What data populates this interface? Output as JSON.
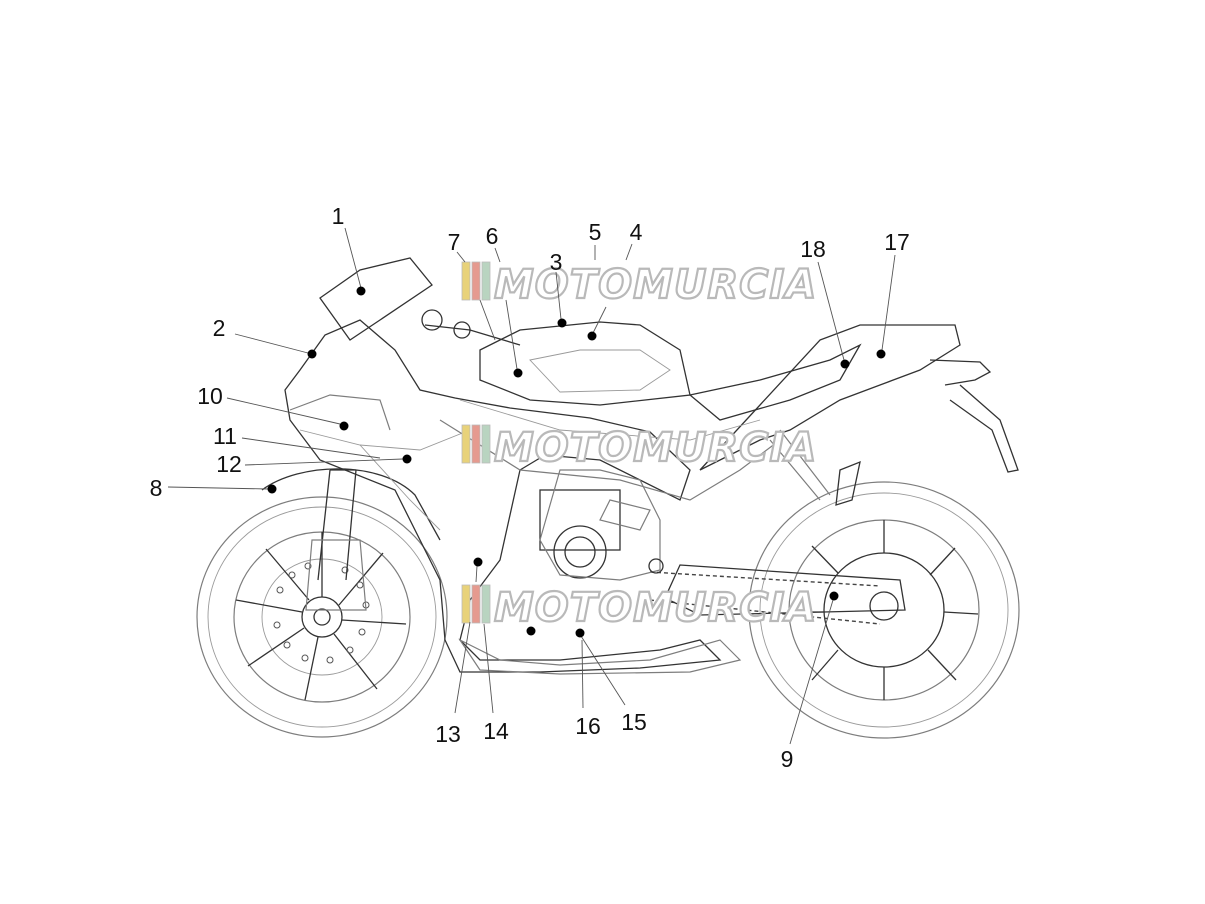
{
  "diagram": {
    "callouts": [
      {
        "label": "1"
      },
      {
        "label": "2"
      },
      {
        "label": "3"
      },
      {
        "label": "4"
      },
      {
        "label": "5"
      },
      {
        "label": "6"
      },
      {
        "label": "7"
      },
      {
        "label": "8"
      },
      {
        "label": "9"
      },
      {
        "label": "10"
      },
      {
        "label": "11"
      },
      {
        "label": "12"
      },
      {
        "label": "13"
      },
      {
        "label": "14"
      },
      {
        "label": "15"
      },
      {
        "label": "16"
      },
      {
        "label": "17"
      },
      {
        "label": "18"
      }
    ]
  },
  "watermark": {
    "text": "MOTOMURCIA",
    "stripe_colors": [
      "#e8d27a",
      "#e59a8f",
      "#b9d4c0"
    ]
  }
}
